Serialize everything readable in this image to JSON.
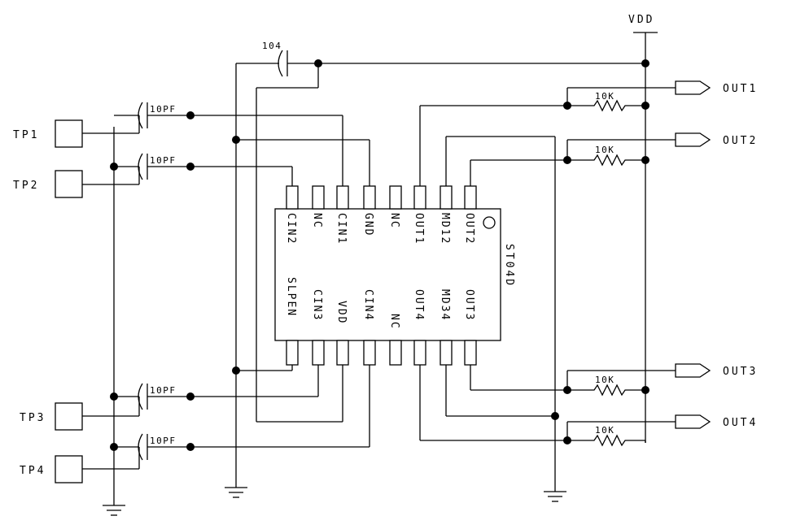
{
  "supply": {
    "label": "VDD"
  },
  "ic": {
    "name": "ST04D",
    "top_pins": [
      "CIN2",
      "NC",
      "CIN1",
      "GND",
      "NC",
      "OUT1",
      "MD12",
      "OUT2"
    ],
    "bottom_pins": [
      "SLPEN",
      "CIN3",
      "VDD",
      "CIN4",
      "NC",
      "OUT4",
      "MD34",
      "OUT3"
    ]
  },
  "touch_pads": [
    "TP1",
    "TP2",
    "TP3",
    "TP4"
  ],
  "outputs": [
    "OUT1",
    "OUT2",
    "OUT3",
    "OUT4"
  ],
  "components": {
    "decoupling_cap": "104",
    "sense_caps": [
      "10PF",
      "10PF",
      "10PF",
      "10PF"
    ],
    "pullups": [
      "10K",
      "10K",
      "10K",
      "10K"
    ]
  }
}
